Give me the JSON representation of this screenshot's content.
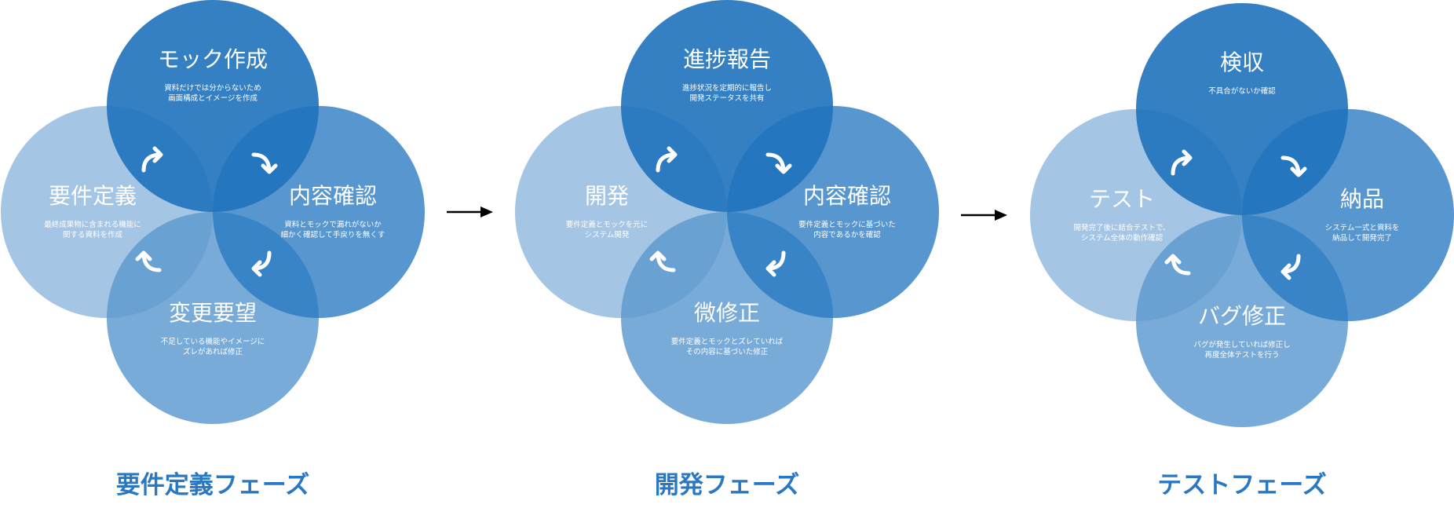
{
  "colors": {
    "top": "#1f72bd",
    "right": "#2878c0",
    "bottom": "#5b99cf",
    "left": "#8db7dd",
    "phase_label": "#2b78c2",
    "arrow": "#ffffff",
    "flow_arrow": "#000000"
  },
  "phases": [
    {
      "name": "要件定義フェーズ",
      "circles": [
        {
          "position": "top",
          "title": "モック作成",
          "desc": [
            "資料だけでは分からないため",
            "画面構成とイメージを作成"
          ]
        },
        {
          "position": "right",
          "title": "内容確認",
          "desc": [
            "資料とモックで漏れがないか",
            "細かく確認して手戻りを無くす"
          ]
        },
        {
          "position": "bottom",
          "title": "変更要望",
          "desc": [
            "不足している機能やイメージに",
            "ズレがあれば修正"
          ]
        },
        {
          "position": "left",
          "title": "要件定義",
          "desc": [
            "最終成果物に含まれる機能に",
            "関する資料を作成"
          ]
        }
      ]
    },
    {
      "name": "開発フェーズ",
      "circles": [
        {
          "position": "top",
          "title": "進捗報告",
          "desc": [
            "進捗状況を定期的に報告し",
            "開発ステータスを共有"
          ]
        },
        {
          "position": "right",
          "title": "内容確認",
          "desc": [
            "要件定義とモックに基づいた",
            "内容であるかを確認"
          ]
        },
        {
          "position": "bottom",
          "title": "微修正",
          "desc": [
            "要件定義とモックとズレていれば",
            "その内容に基づいた修正"
          ]
        },
        {
          "position": "left",
          "title": "開発",
          "desc": [
            "要件定義とモックを元に",
            "システム開発"
          ]
        }
      ]
    },
    {
      "name": "テストフェーズ",
      "circles": [
        {
          "position": "top",
          "title": "検収",
          "desc": [
            "不具合がないか確認"
          ]
        },
        {
          "position": "right",
          "title": "納品",
          "desc": [
            "システム一式と資料を",
            "納品して開発完了"
          ]
        },
        {
          "position": "bottom",
          "title": "バグ修正",
          "desc": [
            "バグが発生していれば修正し",
            "再度全体テストを行う"
          ]
        },
        {
          "position": "left",
          "title": "テスト",
          "desc": [
            "開発完了後に結合テストで、",
            "システム全体の動作確認"
          ]
        }
      ]
    }
  ],
  "icons": {
    "cycle_arrow": "curved-arrow-icon",
    "flow_arrow": "right-arrow-icon"
  }
}
